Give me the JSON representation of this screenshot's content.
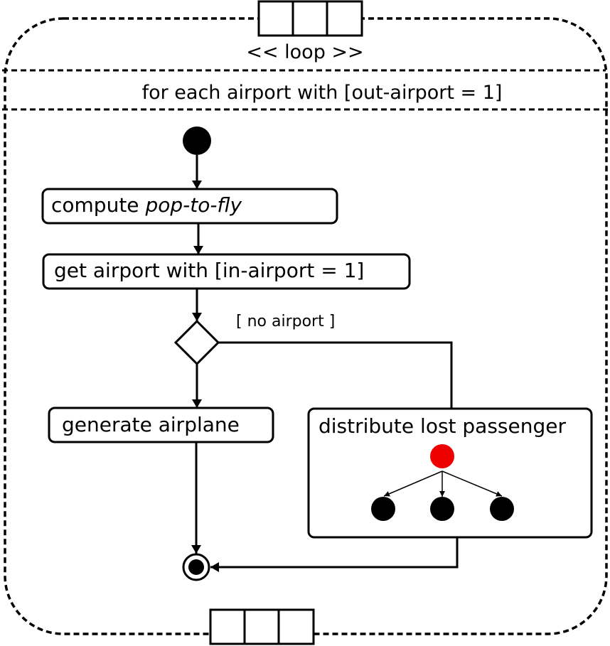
{
  "loop": {
    "stereotype": "<< loop >>",
    "condition": "for each airport with [out-airport = 1]"
  },
  "actions": {
    "compute_prefix": "compute ",
    "compute_term": "pop-to-fly",
    "get_airport": "get airport with [in-airport = 1]",
    "generate_airplane": "generate airplane",
    "distribute": "distribute lost passenger"
  },
  "guards": {
    "no_airport": "[ no airport ]"
  },
  "colors": {
    "stroke": "#000000",
    "fill": "#ffffff",
    "node": "#000000",
    "highlight_node": "#ee0000"
  }
}
